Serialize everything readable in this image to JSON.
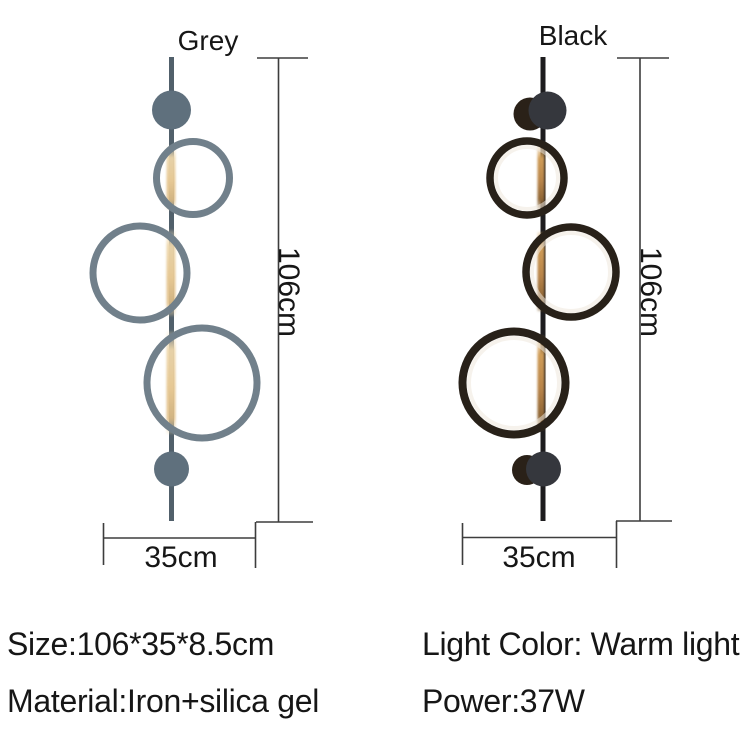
{
  "product_figure": {
    "variants": [
      {
        "label": "Grey"
      },
      {
        "label": "Black"
      }
    ],
    "dimension_labels": {
      "height": "106cm",
      "width": "35cm"
    },
    "specs": {
      "size": "Size:106*35*8.5cm",
      "material": "Material:Iron+silica gel",
      "light_color": "Light Color: Warm light",
      "power": "Power:37W"
    }
  },
  "colors": {
    "background": "#ffffff",
    "text": "#161616",
    "dimension_line": "#3d3d3d",
    "grey_rod": "#51606b",
    "grey_cap": "#5f707d",
    "grey_ring": "#71808b",
    "grey_glow": "#e8cc96",
    "black_rod": "#1d1c1e",
    "black_ring": "#282119",
    "black_cap_front": "#35373d",
    "black_cap_side": "#2a2118",
    "black_glow": "#bb8a4d"
  }
}
